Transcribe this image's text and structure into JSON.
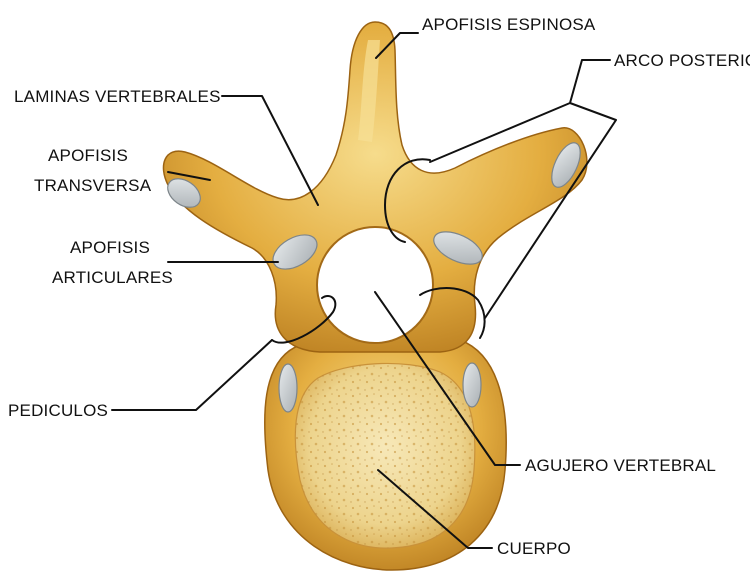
{
  "diagram": {
    "subject": "vertebra-superior-view",
    "labels": {
      "apofisis_espinosa": "APOFISIS ESPINOSA",
      "arco_posterior": "ARCO POSTERIOR",
      "laminas_vertebrales": "LAMINAS VERTEBRALES",
      "apofisis_transversa_1": "APOFISIS",
      "apofisis_transversa_2": "TRANSVERSA",
      "apofisis_articulares_1": "APOFISIS",
      "apofisis_articulares_2": "ARTICULARES",
      "pediculos": "PEDICULOS",
      "agujero_vertebral": "AGUJERO VERTEBRAL",
      "cuerpo": "CUERPO"
    },
    "colors": {
      "bone": "#e2ab3c",
      "bone_light": "#f3d37f",
      "bone_dark": "#a86b14",
      "body_fill": "#f2dc9a",
      "cartilage": "#c9ced0",
      "line": "#111111"
    }
  }
}
